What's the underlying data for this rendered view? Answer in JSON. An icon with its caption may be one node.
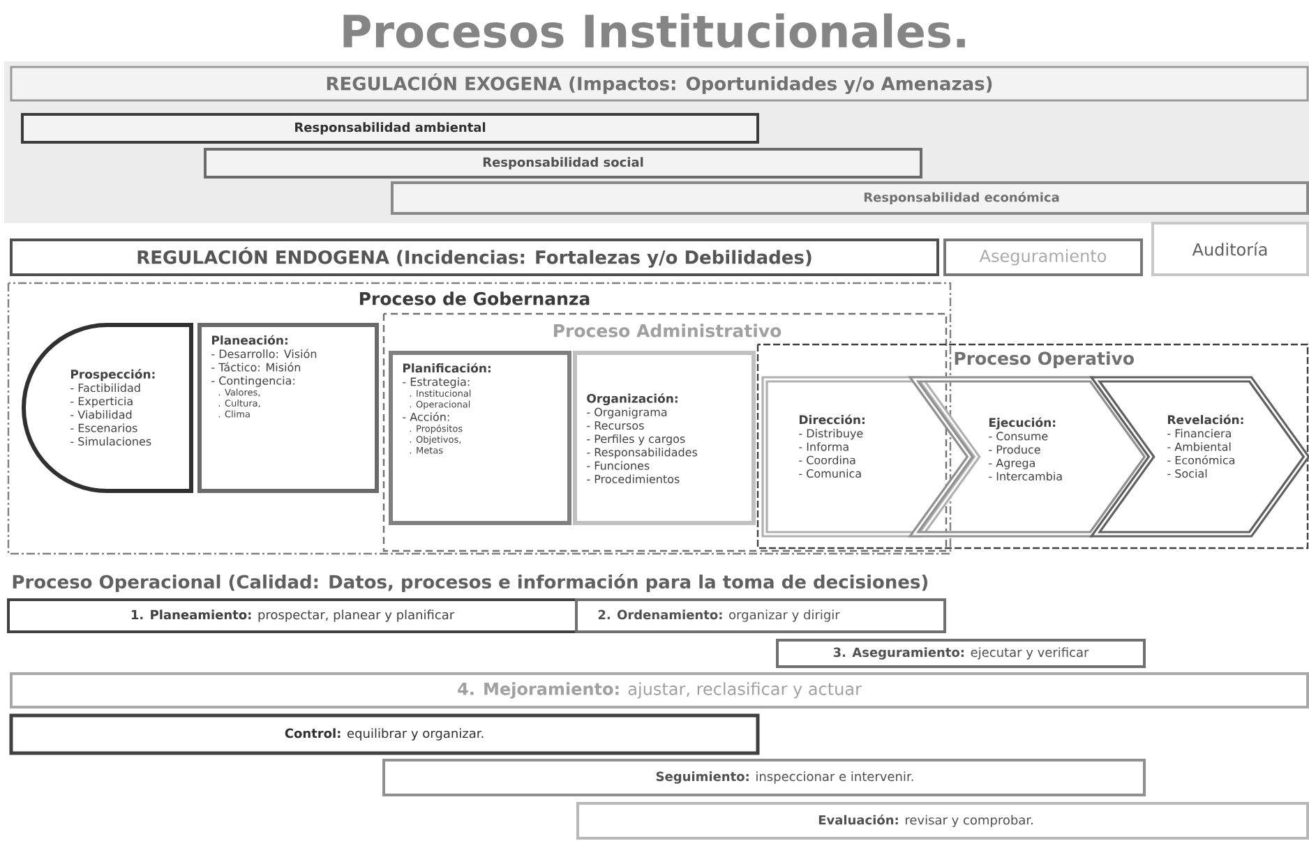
{
  "diagram": {
    "title": "Procesos Institucionales.",
    "nodes": [
      {
        "text": [
          "REGULACIÓN EXOGENA (Impactos: Oportunidades y/o Amenazas)"
        ]
      },
      {
        "text": [
          "Responsabilidad ambiental"
        ]
      },
      {
        "text": [
          "Responsabilidad social"
        ]
      },
      {
        "text": [
          "Responsabilidad económica"
        ]
      },
      {
        "text": [
          "REGULACIÓN ENDOGENA (Incidencias: Fortalezas y/o Debilidades)"
        ]
      },
      {
        "text": [
          "Aseguramiento"
        ]
      },
      {
        "text": [
          "Auditoría"
        ]
      },
      {
        "text": [
          "Proceso de Gobernanza"
        ]
      },
      {
        "text": [
          "Prospección:",
          "- Factibilidad",
          "- Experticia",
          "- Viabilidad",
          "- Escenarios",
          "- Simulaciones"
        ],
        "in": 7
      },
      {
        "text": [
          "Planeación:",
          "- Desarrollo: Visión",
          "- Táctico: Misión",
          "- Contingencia:",
          ". Valores,",
          ". Cultura,",
          ". Clima"
        ],
        "in": 7
      },
      {
        "text": [
          "Proceso Administrativo"
        ],
        "in": 7
      },
      {
        "text": [
          "Planificación:",
          "- Estrategia:",
          ". Institucional",
          ". Operacional",
          "- Acción:",
          ". Propósitos",
          ". Objetivos,",
          ". Metas"
        ],
        "in": 10
      },
      {
        "text": [
          "Organización:",
          "- Organigrama",
          "- Recursos",
          "- Perfiles y cargos",
          "- Responsabilidades",
          "- Funciones",
          "- Procedimientos"
        ],
        "in": 10
      },
      {
        "text": [
          "Proceso Operativo"
        ]
      },
      {
        "text": [
          "Dirección:",
          "- Distribuye",
          "- Informa",
          "- Coordina",
          "- Comunica"
        ],
        "in": 13
      },
      {
        "text": [
          "Ejecución:",
          "- Consume",
          "- Produce",
          "- Agrega",
          "- Intercambia"
        ],
        "in": 13
      },
      {
        "text": [
          "Revelación:",
          "- Financiera",
          "- Ambiental",
          "- Económica",
          "- Social"
        ],
        "in": 13
      },
      {
        "text": [
          "**1. Planeamiento:** prospectar, planear y planificar"
        ]
      },
      {
        "text": [
          "**2. Ordenamiento:** organizar y dirigir"
        ]
      },
      {
        "text": [
          "**3. Aseguramiento:** ejecutar y verificar"
        ]
      },
      {
        "text": [
          "**4. Mejoramiento:** ajustar, reclasificar y actuar"
        ]
      },
      {
        "text": [
          "**Control:** equilibrar y organizar."
        ]
      },
      {
        "text": [
          "**Seguimiento:** inspeccionar e intervenir."
        ]
      },
      {
        "text": [
          "**Evaluación:** revisar y comprobar."
        ]
      }
    ],
    "labels": [
      "Proceso Operacional (Calidad: Datos, procesos e información para la toma de decisiones)"
    ]
  }
}
